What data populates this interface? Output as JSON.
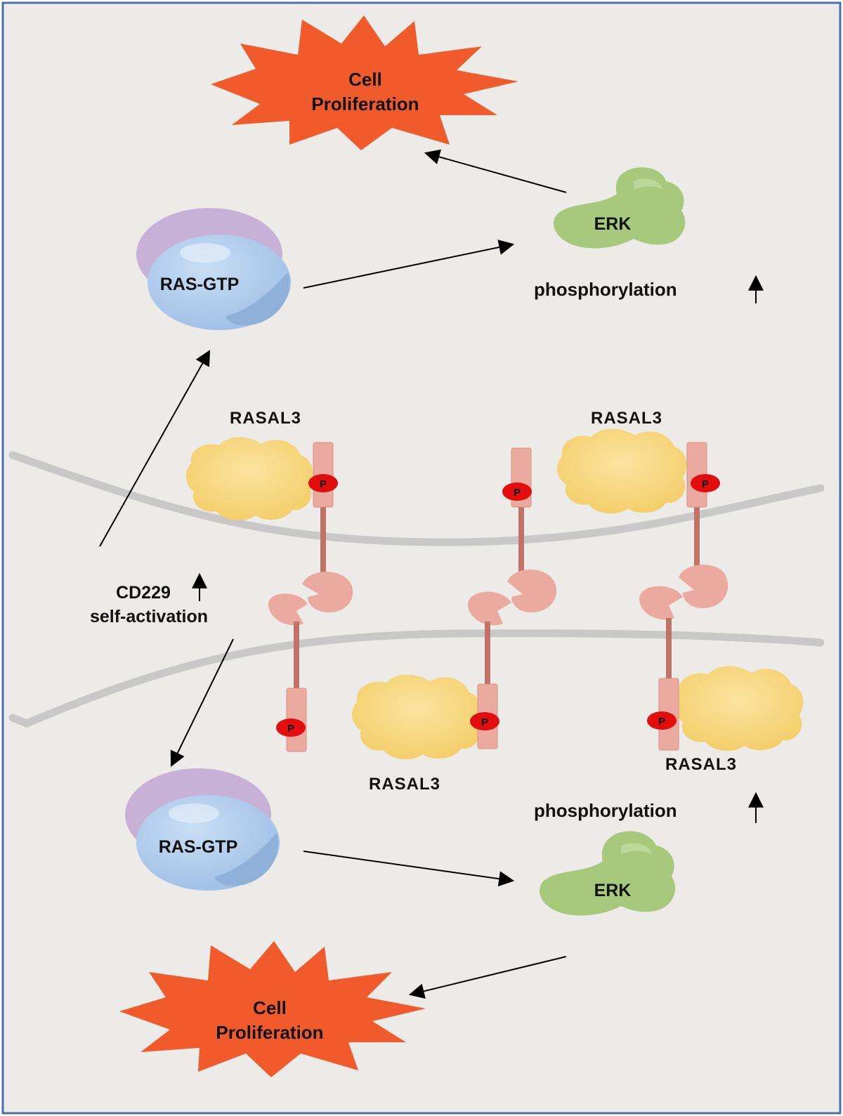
{
  "colors": {
    "background": "#ecebe8",
    "frame": "#4a72a8",
    "membrane": "#c8c8c8",
    "burst": "#f15a2b",
    "ras_top": "#c7b1d6",
    "ras_body": "#a9c8ea",
    "erk": "#a7c97c",
    "rasal3": "#f6d47a",
    "receptor": "#ebaaa0",
    "receptor_stalk": "#c07266",
    "phospho": "#e40d0d"
  },
  "labels": {
    "cell_proliferation_top_line1": "Cell",
    "cell_proliferation_top_line2": "Proliferation",
    "cell_proliferation_bottom_line1": "Cell",
    "cell_proliferation_bottom_line2": "Proliferation",
    "ras_top": "RAS-GTP",
    "ras_bottom": "RAS-GTP",
    "erk_top": "ERK",
    "erk_bottom": "ERK",
    "phosphorylation_top": "phosphorylation",
    "phosphorylation_bottom": "phosphorylation",
    "rasal3_top_left": "RASAL3",
    "rasal3_top_right": "RASAL3",
    "rasal3_bottom_middle": "RASAL3",
    "rasal3_bottom_right": "RASAL3",
    "cd229_line1": "CD229",
    "cd229_line2": "self-activation",
    "phospho_site": "P"
  },
  "icons": [
    "up-arrow-icon",
    "cell-proliferation-burst",
    "ras-gtp-protein",
    "erk-protein",
    "rasal3-protein",
    "cd229-receptor",
    "phospho-site"
  ]
}
